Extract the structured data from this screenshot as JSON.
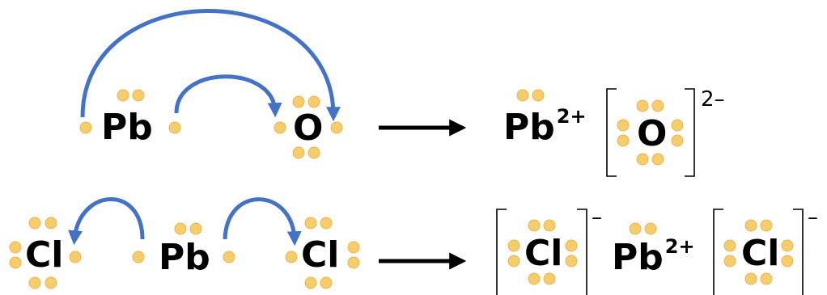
{
  "colors": {
    "electron": "#f6cd6c",
    "electron_edge": "#eab450",
    "arrow": "#4472c4",
    "text": "#000000"
  },
  "row1": {
    "reactant_pb": "Pb",
    "reactant_o": "O",
    "product_pb": "Pb",
    "product_pb_charge": "2+",
    "product_o": "O",
    "product_o_charge": "2–"
  },
  "row2": {
    "reactant_cl_left": "Cl",
    "reactant_pb": "Pb",
    "reactant_cl_right": "Cl",
    "product_cl_left": "Cl",
    "product_cl_left_charge": "–",
    "product_pb": "Pb",
    "product_pb_charge": "2+",
    "product_cl_right": "Cl",
    "product_cl_right_charge": "–"
  }
}
